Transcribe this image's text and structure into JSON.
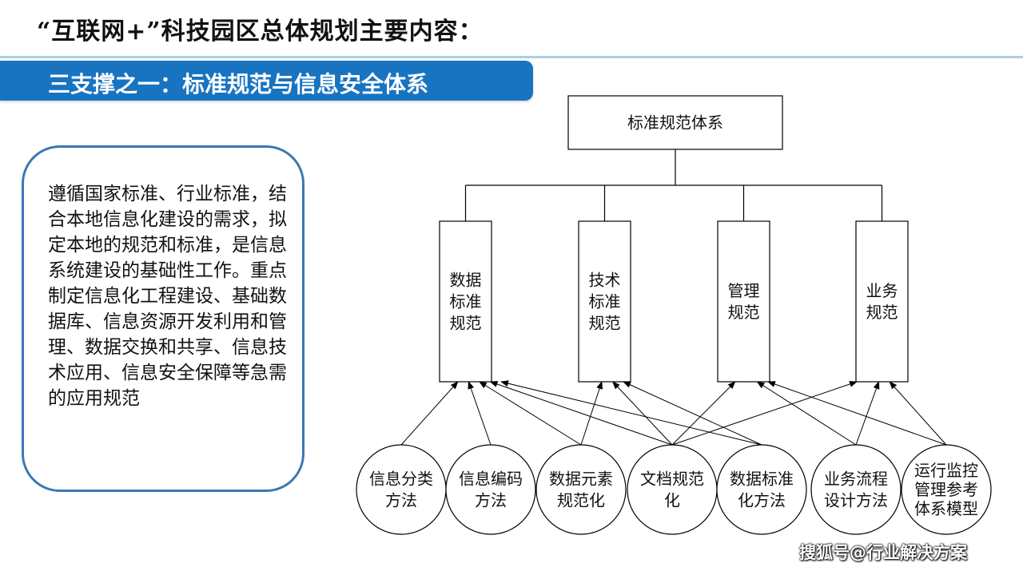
{
  "slide": {
    "title": "“互联网+”科技园区总体规划主要内容：",
    "section_label": "三支撑之一：标准规范与信息安全体系",
    "description": "遵循国家标准、行业标准，结合本地信息化建设的需求，拟定本地的规范和标准，是信息系统建设的基础性工作。重点制定信息化工程建设、基础数据库、信息资源开发利用和管理、数据交换和共享、信息技术应用、信息安全保障等急需的应用规范"
  },
  "diagram": {
    "root": {
      "label": "标准规范体系"
    },
    "categories": [
      {
        "label": "数据\n标准\n规范"
      },
      {
        "label": "技术\n标准\n规范"
      },
      {
        "label": "管理\n规范"
      },
      {
        "label": "业务\n规范"
      }
    ],
    "methods": [
      {
        "label": "信息分类\n方法",
        "targets": [
          0
        ]
      },
      {
        "label": "信息编码\n方法",
        "targets": [
          0
        ]
      },
      {
        "label": "数据元素\n规范化",
        "targets": [
          0,
          1
        ]
      },
      {
        "label": "文档规范\n化",
        "targets": [
          0,
          1,
          2,
          3
        ]
      },
      {
        "label": "数据标准\n化方法",
        "targets": [
          0,
          1
        ]
      },
      {
        "label": "业务流程\n设计方法",
        "targets": [
          2,
          3
        ]
      },
      {
        "label": "运行监控\n管理参考\n体系模型",
        "targets": [
          2,
          3
        ]
      }
    ]
  },
  "watermark": "搜狐号@行业解决方案",
  "colors": {
    "section_bar": "#1874c1",
    "card_border": "#3a78b5",
    "title_rule": "#a9cfe3"
  }
}
